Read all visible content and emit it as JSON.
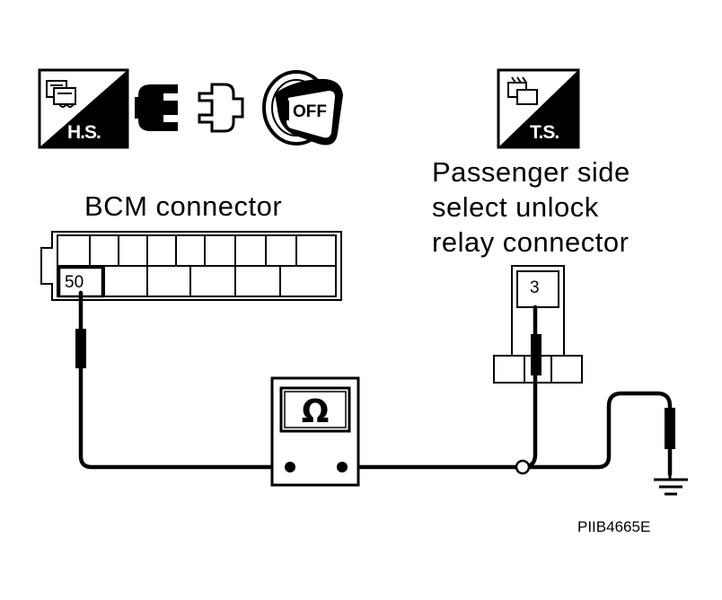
{
  "icons": {
    "harness_side": {
      "name": "harness-side-icon",
      "text": "H.S."
    },
    "disconnect": {
      "name": "connector-disconnect-icon"
    },
    "ignition": {
      "name": "ignition-key-off-icon",
      "text": "OFF"
    },
    "terminal_side": {
      "name": "terminal-side-icon",
      "text": "T.S."
    }
  },
  "bcm_connector": {
    "label": "BCM connector",
    "pin": "50"
  },
  "relay_connector": {
    "label_lines": [
      "Passenger side",
      "select unlock",
      "relay connector"
    ],
    "pin": "3"
  },
  "meter": {
    "name": "ohmmeter",
    "symbol": "Ω"
  },
  "ground": {
    "name": "ground-symbol"
  },
  "code": "PIIB4665E"
}
